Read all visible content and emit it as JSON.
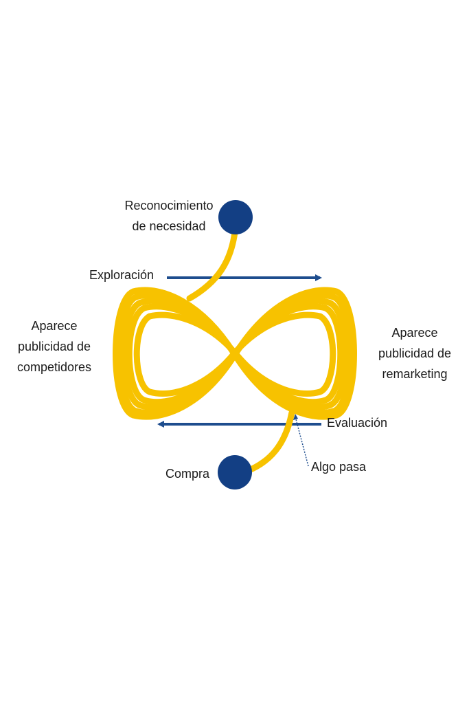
{
  "colors": {
    "loop": "#F7C200",
    "node": "#133F84",
    "arrow": "#1E4D8E",
    "text": "#1B1B1B"
  },
  "labels": {
    "need_recognition": [
      "Reconocimiento",
      "de necesidad"
    ],
    "exploration": "Exploración",
    "competitor_ads": [
      "Aparece",
      "publicidad de",
      "competidores"
    ],
    "remarketing_ads": [
      "Aparece",
      "publicidad de",
      "remarketing"
    ],
    "evaluation": "Evaluación",
    "something_happens": "Algo pasa",
    "purchase": "Compra"
  }
}
